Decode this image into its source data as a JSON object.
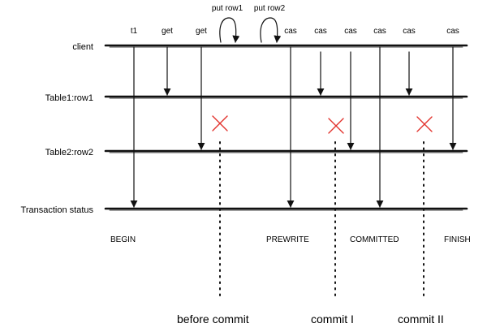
{
  "lanes": {
    "client": "client",
    "table1": "Table1:row1",
    "table2": "Table2:row2",
    "status": "Transaction status"
  },
  "ops": {
    "t1": "t1",
    "get1": "get",
    "get2": "get",
    "put_row1": "put row1",
    "put_row2": "put row2",
    "cas1": "cas",
    "cas2": "cas",
    "cas3": "cas",
    "cas4": "cas",
    "cas5": "cas",
    "cas6": "cas"
  },
  "phases": {
    "begin": "BEGIN",
    "prewrite": "PREWRITE",
    "committed": "COMMITTED",
    "finish": "FINISH"
  },
  "failure_points": {
    "before_commit": "before commit",
    "commit_1": "commit I",
    "commit_2": "commit II"
  },
  "colors": {
    "line": "#111111",
    "cross": "#e2332d"
  }
}
